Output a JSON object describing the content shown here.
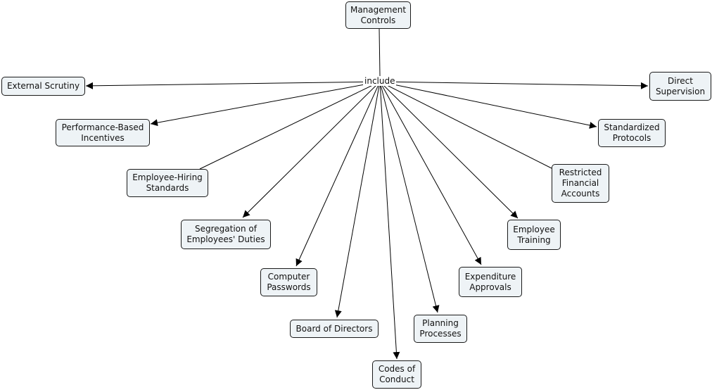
{
  "diagram": {
    "root": "Management\nControls",
    "link_label": "include",
    "concepts": {
      "external_scrutiny": "External Scrutiny",
      "performance_incentives": "Performance-Based\nIncentives",
      "hiring_standards": "Employee-Hiring\nStandards",
      "segregation_duties": "Segregation of\nEmployees' Duties",
      "computer_passwords": "Computer\nPasswords",
      "board_directors": "Board of Directors",
      "codes_conduct": "Codes of\nConduct",
      "planning_processes": "Planning\nProcesses",
      "expenditure_approvals": "Expenditure\nApprovals",
      "employee_training": "Employee\nTraining",
      "restricted_accounts": "Restricted\nFinancial\nAccounts",
      "standardized_protocols": "Standardized\nProtocols",
      "direct_supervision": "Direct\nSupervision"
    },
    "colors": {
      "node_fill": "#eef3f6",
      "node_border": "#1a1a1a",
      "line": "#000000"
    }
  }
}
